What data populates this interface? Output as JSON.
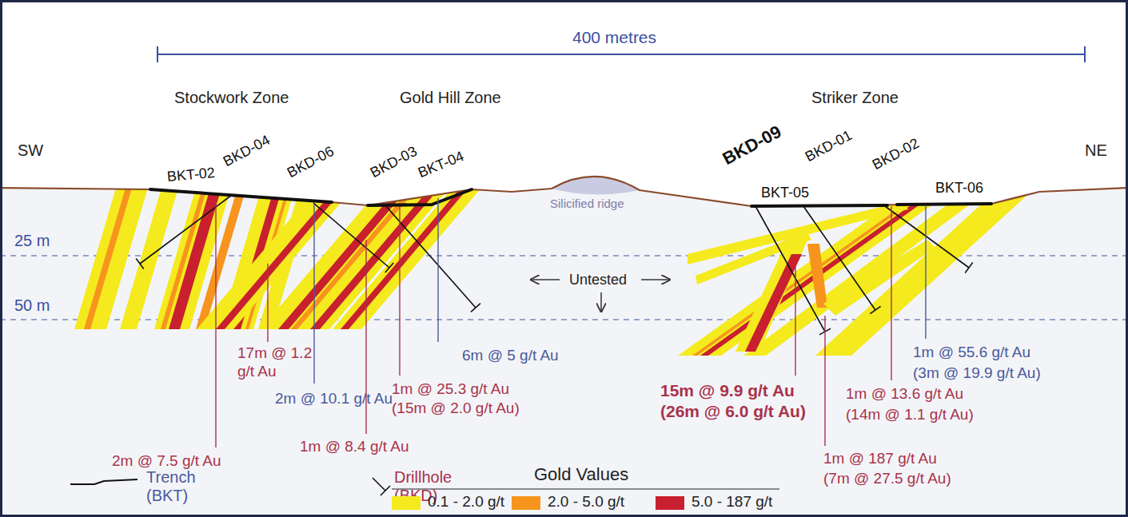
{
  "diagram": {
    "labels": [
      "400 metres",
      "SW",
      "NE",
      "Stockwork Zone",
      "Gold Hill Zone",
      "Striker Zone",
      "25 m",
      "50 m",
      "BKT-02",
      "BKD-04",
      "BKD-06",
      "BKD-03",
      "BKT-04",
      "Silicified ridge",
      "Untested",
      "BKD-09",
      "BKT-05",
      "BKD-01",
      "BKD-02",
      "BKT-06",
      "17m @ 1.2 g/t Au",
      "2m @ 10.1 g/t Au",
      "6m @ 5 g/t Au",
      "1m @ 25.3 g/t Au",
      "(15m @ 2.0 g/t Au)",
      "2m @ 7.5 g/t Au",
      "1m @ 8.4 g/t Au",
      "15m @ 9.9 g/t Au",
      "(26m @ 6.0 g/t Au)",
      "1m @ 55.6 g/t Au",
      "(3m @ 19.9 g/t Au)",
      "1m @ 13.6 g/t Au",
      "(14m @ 1.1 g/t Au)",
      "1m @ 187 g/t Au",
      "(7m @ 27.5 g/t Au)",
      "Gold Values"
    ],
    "legend": [
      {
        "text": "Trench (BKT)"
      },
      {
        "text": "Drillhole (BKD)"
      },
      {
        "text": "0.1 - 2.0 g/t",
        "color": "#f4ea1e"
      },
      {
        "text": "2.0 - 5.0 g/t",
        "color": "#f7941d"
      },
      {
        "text": "5.0 - 187 g/t",
        "color": "#c8202f"
      }
    ]
  }
}
